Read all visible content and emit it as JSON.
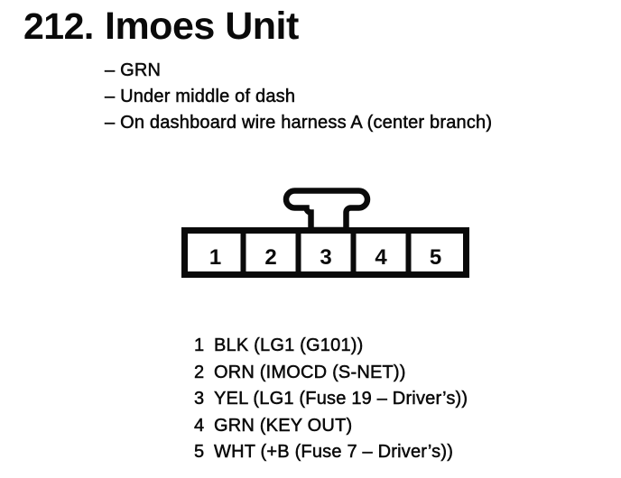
{
  "page": {
    "background": "#ffffff",
    "ink": "#0a0a0a"
  },
  "header": {
    "number": "212.",
    "title": "Imoes Unit"
  },
  "notes": [
    "– GRN",
    "– Under middle of dash",
    "– On dashboard wire harness A (center branch)"
  ],
  "connector": {
    "cavities": [
      "1",
      "2",
      "3",
      "4",
      "5"
    ]
  },
  "pins": [
    {
      "pin": "1",
      "desc": "BLK (LG1 (G101))"
    },
    {
      "pin": "2",
      "desc": "ORN (IMOCD (S-NET))"
    },
    {
      "pin": "3",
      "desc": "YEL (LG1 (Fuse 19 – Driver’s))"
    },
    {
      "pin": "4",
      "desc": "GRN (KEY OUT)"
    },
    {
      "pin": "5",
      "desc": "WHT (+B (Fuse 7 – Driver’s))"
    }
  ]
}
